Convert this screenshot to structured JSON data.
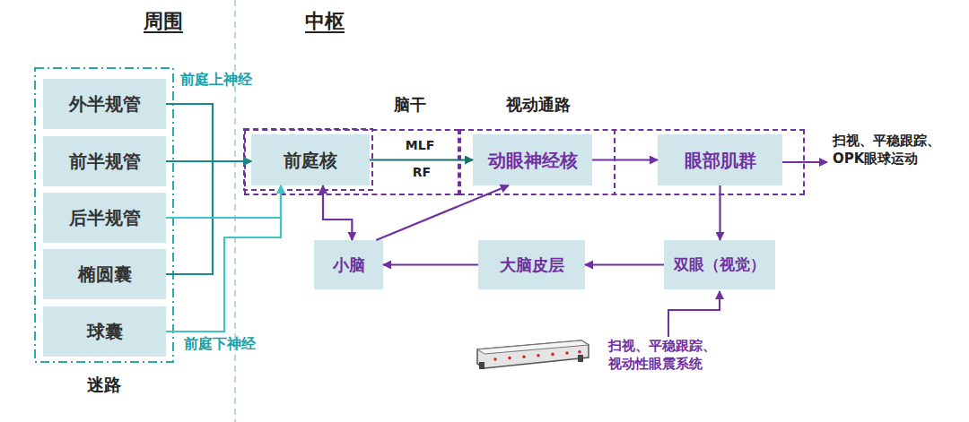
{
  "diagram": {
    "nodes": [
      {
        "text": [
          "迷路"
        ]
      },
      {
        "text": [
          "外半规管"
        ],
        "in": 0
      },
      {
        "text": [
          "前半规管"
        ],
        "in": 0
      },
      {
        "text": [
          "后半规管"
        ],
        "in": 0
      },
      {
        "text": [
          "椭圆囊"
        ],
        "in": 0
      },
      {
        "text": [
          "球囊"
        ],
        "in": 0
      },
      {
        "text": [
          "脑干"
        ]
      },
      {
        "text": [
          "前庭核"
        ],
        "in": 6
      },
      {
        "text": [
          "视动通路"
        ]
      },
      {
        "text": [
          "动眼神经核"
        ],
        "in": 8
      },
      {
        "text": [
          "眼部肌群"
        ],
        "in": 8
      },
      {
        "text": [
          "小脑"
        ]
      },
      {
        "text": [
          "大脑皮层"
        ]
      },
      {
        "text": [
          "双眼（视觉）"
        ]
      }
    ],
    "edges": [
      {
        "from": 1,
        "to": 7,
        "arrow": "to"
      },
      {
        "from": 2,
        "to": 7,
        "arrow": "to"
      },
      {
        "from": 4,
        "to": 7,
        "arrow": "to"
      },
      {
        "from": 3,
        "to": 7,
        "arrow": "to"
      },
      {
        "from": 5,
        "to": 7,
        "arrow": "to"
      },
      {
        "from": 7,
        "to": 9,
        "label": "MLF",
        "arrow": "to"
      },
      {
        "from": 9,
        "to": 10,
        "arrow": "to"
      },
      {
        "from": 10,
        "to": 13,
        "arrow": "to"
      },
      {
        "from": 13,
        "to": 12,
        "arrow": "to"
      },
      {
        "from": 12,
        "to": 11,
        "arrow": "to"
      },
      {
        "from": 11,
        "to": 9,
        "arrow": "to"
      },
      {
        "from": 11,
        "to": 7,
        "arrow": "both"
      }
    ],
    "labels": [
      "周围",
      "中枢",
      "前庭上神经",
      "前庭下神经",
      "RF",
      "扫视、平稳跟踪、OPK眼球运动",
      "扫视、平稳跟踪、视动性眼震系统"
    ]
  }
}
